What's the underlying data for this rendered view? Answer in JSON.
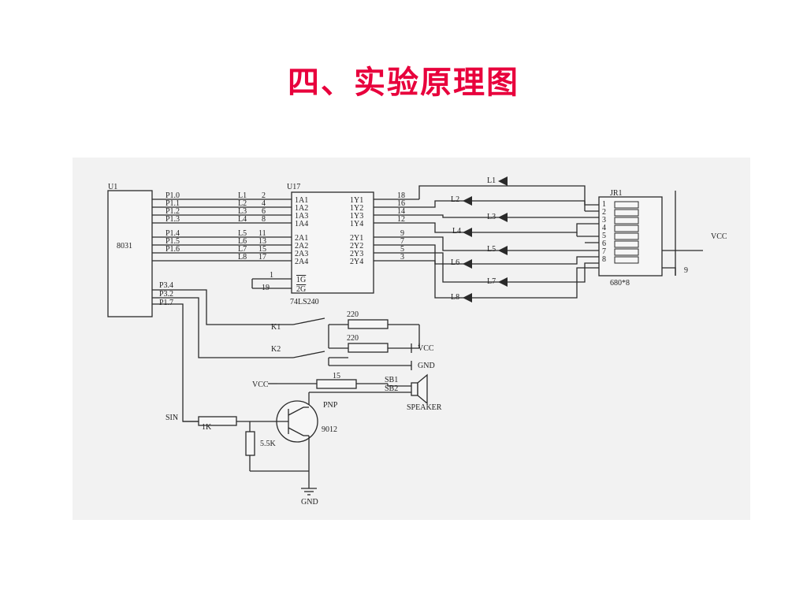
{
  "slide": {
    "title": "四、实验原理图",
    "title_color": "#e8003c"
  },
  "schematic": {
    "line_color": "#2a2a2a",
    "paper_color": "#f2f2f2",
    "labels": {
      "u1": "U1",
      "chip_8031": "8031",
      "p10": "P1.0",
      "p11": "P1.1",
      "p12": "P1.2",
      "p13": "P1.3",
      "p14": "P1.4",
      "p15": "P1.5",
      "p16": "P1.6",
      "p34": "P3.4",
      "p32": "P3.2",
      "p17": "P1.7",
      "l1": "L1",
      "l2": "L2",
      "l3": "L3",
      "l4": "L4",
      "l5": "L5",
      "l6": "L6",
      "l7": "L7",
      "l8": "L8",
      "n2": "2",
      "n4": "4",
      "n6": "6",
      "n8": "8",
      "n11": "11",
      "n13": "13",
      "n15": "15",
      "n17": "17",
      "n1": "1",
      "n19": "19",
      "u17": "U17",
      "chip_74ls240": "74LS240",
      "a11": "1A1",
      "a12": "1A2",
      "a13": "1A3",
      "a14": "1A4",
      "a21": "2A1",
      "a22": "2A2",
      "a23": "2A3",
      "a24": "2A4",
      "g1": "1G",
      "g2": "2G",
      "y11": "1Y1",
      "y12": "1Y2",
      "y13": "1Y3",
      "y14": "1Y4",
      "y21": "2Y1",
      "y22": "2Y2",
      "y23": "2Y3",
      "y24": "2Y4",
      "o18": "18",
      "o16": "16",
      "o14": "14",
      "o12": "12",
      "o9": "9",
      "o7": "7",
      "o5": "5",
      "o3": "3",
      "jr1": "JR1",
      "jr_part": "680*8",
      "j1": "1",
      "j2": "2",
      "j3": "3",
      "j4": "4",
      "j5": "5",
      "j6": "6",
      "j7": "7",
      "j8": "8",
      "j9": "9",
      "vcc_jr": "VCC",
      "k1": "K1",
      "k2": "K2",
      "r220a": "220",
      "r220b": "220",
      "vcc_sw": "VCC",
      "gnd_sw": "GND",
      "vcc_sp": "VCC",
      "r15": "15",
      "sb1": "SB1",
      "sb2": "SB2",
      "speaker": "SPEAKER",
      "pnp": "PNP",
      "q_part": "9012",
      "sin": "SIN",
      "r1k": "1K",
      "r5k": "5.5K",
      "gnd_q": "GND"
    }
  }
}
